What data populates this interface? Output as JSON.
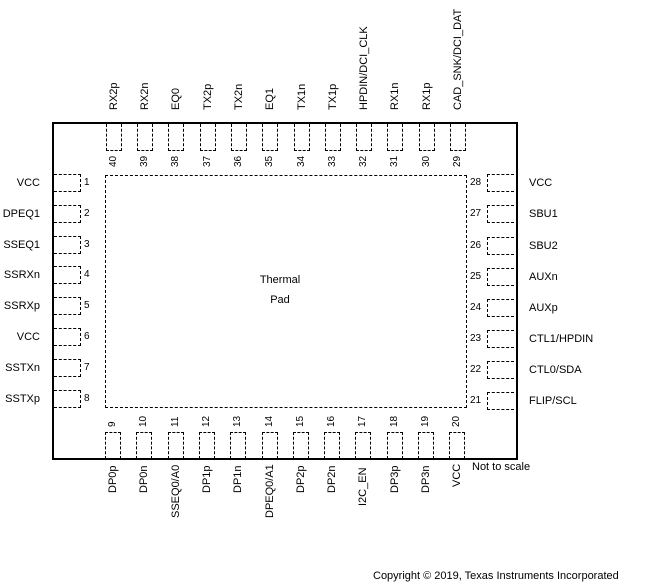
{
  "package": {
    "thermal_pad": {
      "line1": "Thermal",
      "line2": "Pad"
    },
    "note": "Not to scale",
    "copyright": "Copyright © 2019, Texas Instruments Incorporated"
  },
  "pins": {
    "left": [
      {
        "num": "1",
        "name": "VCC"
      },
      {
        "num": "2",
        "name": "DPEQ1"
      },
      {
        "num": "3",
        "name": "SSEQ1"
      },
      {
        "num": "4",
        "name": "SSRXn"
      },
      {
        "num": "5",
        "name": "SSRXp"
      },
      {
        "num": "6",
        "name": "VCC"
      },
      {
        "num": "7",
        "name": "SSTXn"
      },
      {
        "num": "8",
        "name": "SSTXp"
      }
    ],
    "bottom": [
      {
        "num": "9",
        "name": "DP0p"
      },
      {
        "num": "10",
        "name": "DP0n"
      },
      {
        "num": "11",
        "name": "SSEQ0/A0"
      },
      {
        "num": "12",
        "name": "DP1p"
      },
      {
        "num": "13",
        "name": "DP1n"
      },
      {
        "num": "14",
        "name": "DPEQ0/A1"
      },
      {
        "num": "15",
        "name": "DP2p"
      },
      {
        "num": "16",
        "name": "DP2n"
      },
      {
        "num": "17",
        "name": "I2C_EN"
      },
      {
        "num": "18",
        "name": "DP3p"
      },
      {
        "num": "19",
        "name": "DP3n"
      },
      {
        "num": "20",
        "name": "VCC"
      }
    ],
    "right": [
      {
        "num": "21",
        "name": "FLIP/SCL"
      },
      {
        "num": "22",
        "name": "CTL0/SDA"
      },
      {
        "num": "23",
        "name": "CTL1/HPDIN"
      },
      {
        "num": "24",
        "name": "AUXp"
      },
      {
        "num": "25",
        "name": "AUXn"
      },
      {
        "num": "26",
        "name": "SBU2"
      },
      {
        "num": "27",
        "name": "SBU1"
      },
      {
        "num": "28",
        "name": "VCC"
      }
    ],
    "top": [
      {
        "num": "29",
        "name": "CAD_SNK/DCI_DAT"
      },
      {
        "num": "30",
        "name": "RX1p"
      },
      {
        "num": "31",
        "name": "RX1n"
      },
      {
        "num": "32",
        "name": "HPDIN/DCI_CLK"
      },
      {
        "num": "33",
        "name": "TX1p"
      },
      {
        "num": "34",
        "name": "TX1n"
      },
      {
        "num": "35",
        "name": "EQ1"
      },
      {
        "num": "36",
        "name": "TX2n"
      },
      {
        "num": "37",
        "name": "TX2p"
      },
      {
        "num": "38",
        "name": "EQ0"
      },
      {
        "num": "39",
        "name": "RX2n"
      },
      {
        "num": "40",
        "name": "RX2p"
      }
    ]
  }
}
